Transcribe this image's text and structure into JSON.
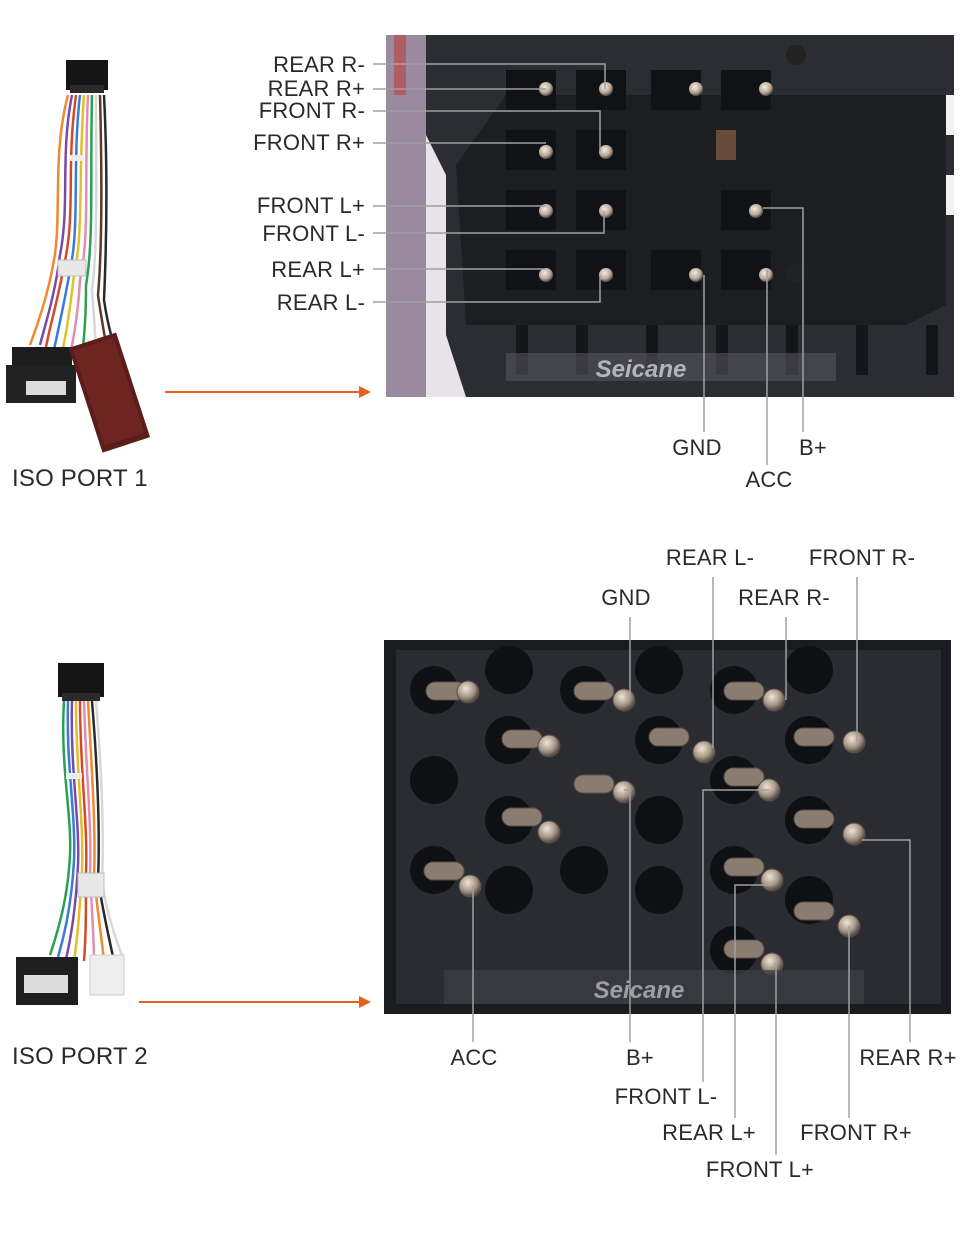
{
  "port1": {
    "name": "ISO PORT 1",
    "watermark": "Seicane",
    "pin_labels": {
      "rear_r_minus": "REAR R-",
      "rear_r_plus": "REAR R+",
      "front_r_minus": "FRONT R-",
      "front_r_plus": "FRONT R+",
      "front_l_plus": "FRONT L+",
      "front_l_minus": "FRONT L-",
      "rear_l_plus": "REAR L+",
      "rear_l_minus": "REAR L-",
      "gnd": "GND",
      "b_plus": "B+",
      "acc": "ACC"
    }
  },
  "port2": {
    "name": "ISO PORT 2",
    "watermark": "Seicane",
    "pin_labels": {
      "rear_l_minus": "REAR L-",
      "front_r_minus": "FRONT R-",
      "gnd": "GND",
      "rear_r_minus": "REAR R-",
      "acc": "ACC",
      "b_plus": "B+",
      "rear_r_plus": "REAR R+",
      "front_l_minus": "FRONT L-",
      "rear_l_plus": "REAR L+",
      "front_r_plus": "FRONT R+",
      "front_l_plus": "FRONT L+"
    }
  },
  "colors": {
    "arrow": "#e8601c",
    "leader_line": "#9a9a9a",
    "connector_body": "#2b2c30",
    "pin_metal": "#c9b8a8"
  },
  "icons": {
    "harness_1": "wire-harness-icon",
    "harness_2": "wire-harness-icon",
    "arrow": "arrow-right-icon"
  }
}
